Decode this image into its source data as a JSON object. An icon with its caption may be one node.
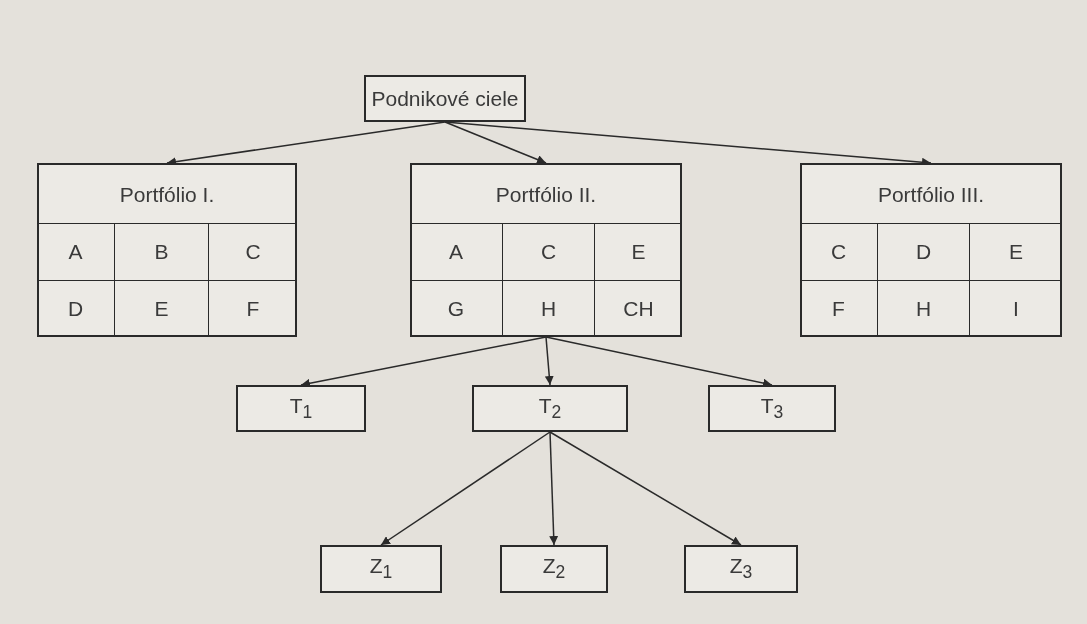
{
  "diagram": {
    "nodes": [
      {
        "text": [
          "Podnikové ciele"
        ]
      },
      {
        "text": [
          "Portfólio I."
        ]
      },
      {
        "text": [
          "A"
        ],
        "in": 1
      },
      {
        "text": [
          "B"
        ],
        "in": 1
      },
      {
        "text": [
          "C"
        ],
        "in": 1
      },
      {
        "text": [
          "D"
        ],
        "in": 1
      },
      {
        "text": [
          "E"
        ],
        "in": 1
      },
      {
        "text": [
          "F"
        ],
        "in": 1
      },
      {
        "text": [
          "Portfólio II."
        ]
      },
      {
        "text": [
          "A"
        ],
        "in": 8
      },
      {
        "text": [
          "C"
        ],
        "in": 8
      },
      {
        "text": [
          "E"
        ],
        "in": 8
      },
      {
        "text": [
          "G"
        ],
        "in": 8
      },
      {
        "text": [
          "H"
        ],
        "in": 8
      },
      {
        "text": [
          "CH"
        ],
        "in": 8
      },
      {
        "text": [
          "Portfólio III."
        ]
      },
      {
        "text": [
          "C"
        ],
        "in": 15
      },
      {
        "text": [
          "D"
        ],
        "in": 15
      },
      {
        "text": [
          "E"
        ],
        "in": 15
      },
      {
        "text": [
          "F"
        ],
        "in": 15
      },
      {
        "text": [
          "H"
        ],
        "in": 15
      },
      {
        "text": [
          "I"
        ],
        "in": 15
      },
      {
        "text": [
          "T$_{1}$"
        ]
      },
      {
        "text": [
          "T$_{2}$"
        ]
      },
      {
        "text": [
          "T$_{3}$"
        ]
      },
      {
        "text": [
          "Z$_{1}$"
        ]
      },
      {
        "text": [
          "Z$_{2}$"
        ]
      },
      {
        "text": [
          "Z$_{3}$"
        ]
      }
    ],
    "edges": [
      {
        "from": 0,
        "to": 1,
        "arrow": "to"
      },
      {
        "from": 0,
        "to": 8,
        "arrow": "to"
      },
      {
        "from": 0,
        "to": 15,
        "arrow": "to"
      },
      {
        "from": 8,
        "to": 22,
        "arrow": "to"
      },
      {
        "from": 8,
        "to": 23,
        "arrow": "to"
      },
      {
        "from": 8,
        "to": 24,
        "arrow": "to"
      },
      {
        "from": 23,
        "to": 25,
        "arrow": "to"
      },
      {
        "from": 23,
        "to": 26,
        "arrow": "to"
      },
      {
        "from": 23,
        "to": 27,
        "arrow": "to"
      }
    ]
  }
}
